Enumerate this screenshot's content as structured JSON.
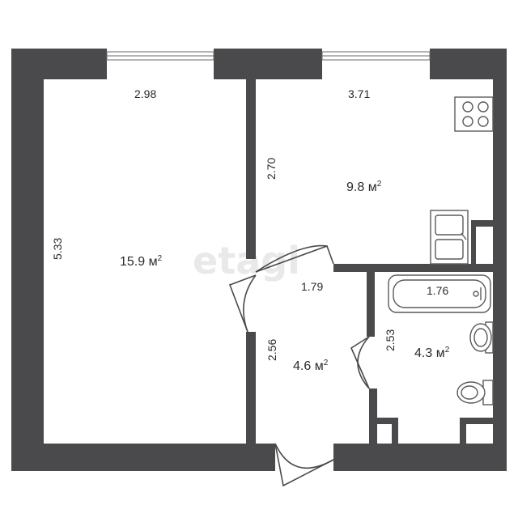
{
  "watermark": "etagi",
  "rooms": [
    {
      "id": "living-room",
      "area_value": "15.9 м",
      "area_exp": "2"
    },
    {
      "id": "kitchen",
      "area_value": "9.8 м",
      "area_exp": "2"
    },
    {
      "id": "hallway",
      "area_value": "4.6 м",
      "area_exp": "2"
    },
    {
      "id": "bathroom",
      "area_value": "4.3 м",
      "area_exp": "2"
    }
  ],
  "dimensions": {
    "living_width": "2.98",
    "living_length": "5.33",
    "kitchen_width": "3.71",
    "kitchen_depth": "2.70",
    "hall_width": "1.79",
    "hall_length": "2.56",
    "bath_width": "1.76",
    "bath_length": "2.53"
  },
  "colors": {
    "wall": "#4a4a4c",
    "background": "#ffffff",
    "fixture_stroke": "#5a5a5a"
  }
}
